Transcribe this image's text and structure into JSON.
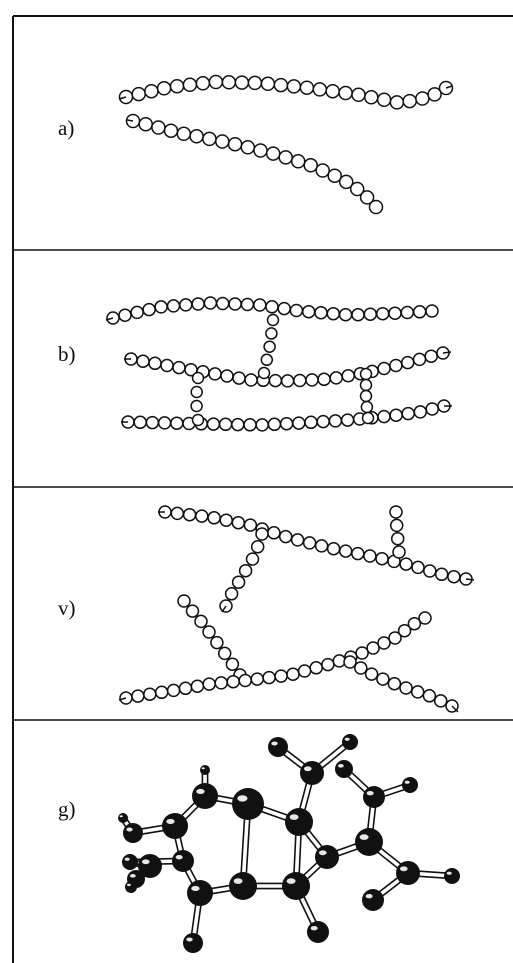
{
  "panels": [
    {
      "id": "a",
      "label": "a)"
    },
    {
      "id": "b",
      "label": "b)"
    },
    {
      "id": "v",
      "label": "v)"
    },
    {
      "id": "g",
      "label": "g)"
    }
  ],
  "style": {
    "ink": "#111111",
    "background": "#ffffff"
  }
}
